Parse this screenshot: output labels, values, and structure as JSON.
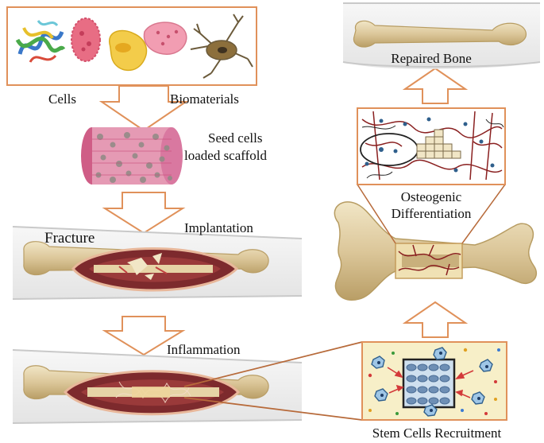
{
  "colors": {
    "arrow": "#e0915a",
    "frame": "#e0915a",
    "bone": "#dcc79a",
    "bone_dark": "#b79c62",
    "flesh": "#7d2a2d",
    "skin": "#eeeeee",
    "vessel": "#8a2020",
    "cell_pink": "#e86d84",
    "cell_yellow": "#f0c63c",
    "scaffold": "#e7a0b4",
    "recruit_bg": "#f7efc8"
  },
  "labels": {
    "cells": "Cells",
    "biomaterials": "Biomaterials",
    "seed_line1": "Seed cells",
    "seed_line2": "loaded scaffold",
    "implantation": "Implantation",
    "fracture": "Fracture",
    "inflammation": "Inflammation",
    "recruitment": "Stem Cells Recruitment",
    "osteo_line1": "Osteogenic",
    "osteo_line2": "Differentiation",
    "repaired": "Repaired Bone"
  },
  "icons": {
    "protein": "protein-structure-icon",
    "cell1": "pink-cell-icon",
    "cell2": "yellow-cell-icon",
    "cell3": "pink-round-cell-icon",
    "cell4": "neuron-cell-icon"
  }
}
